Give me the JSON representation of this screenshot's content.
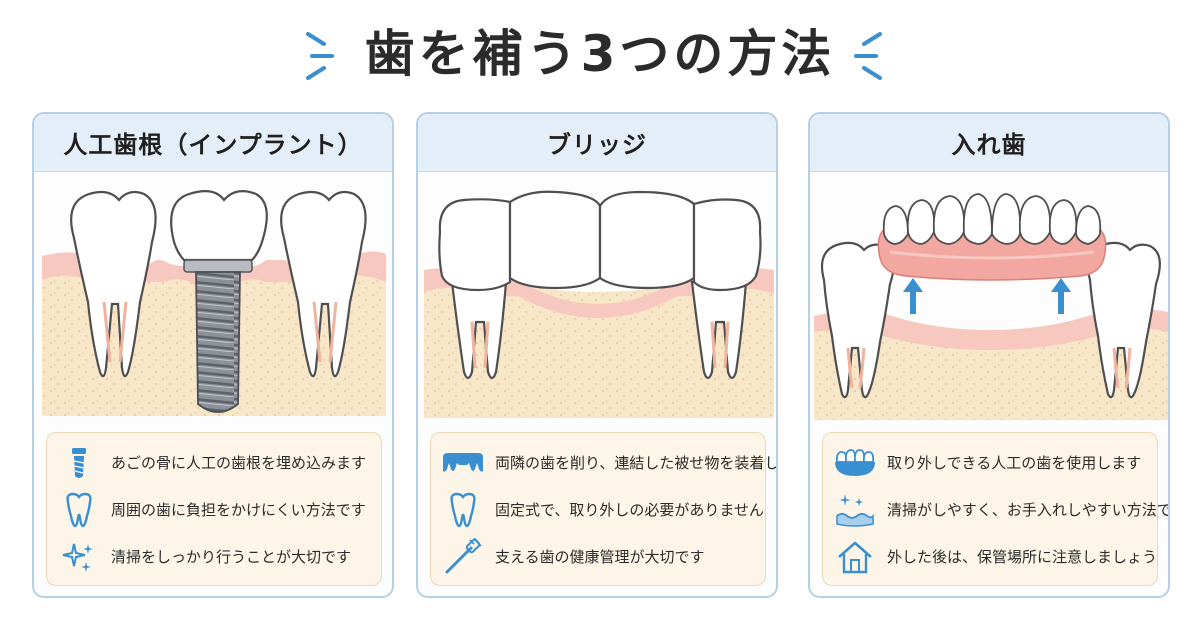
{
  "title": "歯を補う3つの方法",
  "colors": {
    "accent": "#3a8fd0",
    "panel_border": "#b7cfe4",
    "header_bg": "#e4eef8",
    "gum": "#f6c8bf",
    "bone": "#f7e6c8",
    "info_bg": "#fdf6e8"
  },
  "panels": [
    {
      "heading": "人工歯根（インプラント）",
      "items": [
        {
          "icon": "implant-screw-icon",
          "text": "あごの骨に人工の歯根を埋め込みます"
        },
        {
          "icon": "tooth-icon",
          "text": "周囲の歯に負担をかけにくい方法です"
        },
        {
          "icon": "sparkle-icon",
          "text": "清掃をしっかり行うことが大切です"
        }
      ]
    },
    {
      "heading": "ブリッジ",
      "items": [
        {
          "icon": "bridge-icon",
          "text": "両隣の歯を削り、連結した被せ物を装着します"
        },
        {
          "icon": "tooth-icon",
          "text": "固定式で、取り外しの必要がありません"
        },
        {
          "icon": "toothbrush-icon",
          "text": "支える歯の健康管理が大切です"
        }
      ]
    },
    {
      "heading": "入れ歯",
      "items": [
        {
          "icon": "denture-icon",
          "text": "取り外しできる人工の歯を使用します"
        },
        {
          "icon": "cleaning-water-icon",
          "text": "清掃がしやすく、お手入れしやすい方法です"
        },
        {
          "icon": "house-icon",
          "text": "外した後は、保管場所に注意しましょう"
        }
      ]
    }
  ]
}
